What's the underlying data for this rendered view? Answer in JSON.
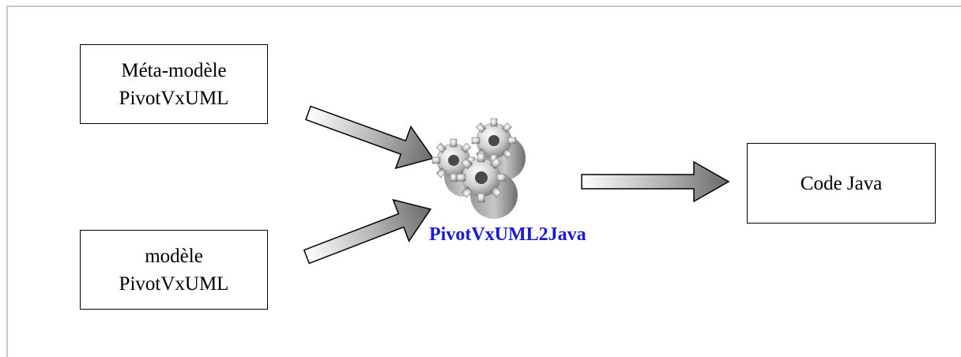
{
  "diagram": {
    "meta_model": {
      "line1": "Méta-modèle",
      "line2": "PivotVxUML"
    },
    "model": {
      "line1": "modèle",
      "line2": "PivotVxUML"
    },
    "transformation": {
      "label": "PivotVxUML2Java",
      "icon": "gears-icon",
      "label_color": "#1a1ad6"
    },
    "output": {
      "label": "Code Java"
    }
  }
}
